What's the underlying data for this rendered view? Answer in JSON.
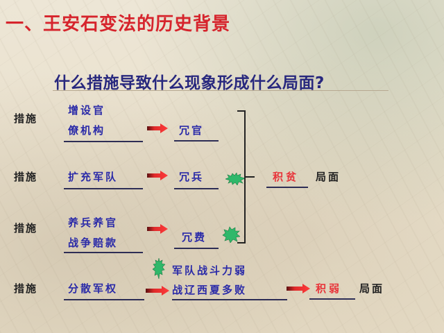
{
  "title": "一、王安石变法的历史背景",
  "question": "什么措施导致什么现象形成什么局面?",
  "colors": {
    "title": "#d6242c",
    "question": "#28287e",
    "measure_text": "#2a2aa8",
    "result_text": "#e8343a",
    "arrow": "#e02a2a",
    "burst": "#2fb86a"
  },
  "rows": [
    {
      "label": "措施",
      "measure_lines": [
        "增设官",
        "僚机构"
      ],
      "phenomenon": "冗官"
    },
    {
      "label": "措施",
      "measure_lines": [
        "扩充军队"
      ],
      "phenomenon": "冗兵"
    },
    {
      "label": "措施",
      "measure_lines": [
        "养兵养官",
        "战争赔款"
      ],
      "phenomenon": "冗费"
    },
    {
      "label": "措施",
      "measure_lines": [
        "分散军权"
      ],
      "phenomenon_lines": [
        "军队战斗力弱",
        "战辽西夏多败"
      ],
      "result": "积弱",
      "result_suffix": "局面"
    }
  ],
  "bracket_result": {
    "result": "积贫",
    "result_suffix": "局面"
  },
  "icons": {
    "arrow": "right-arrow-icon",
    "burst": "starburst-icon"
  }
}
